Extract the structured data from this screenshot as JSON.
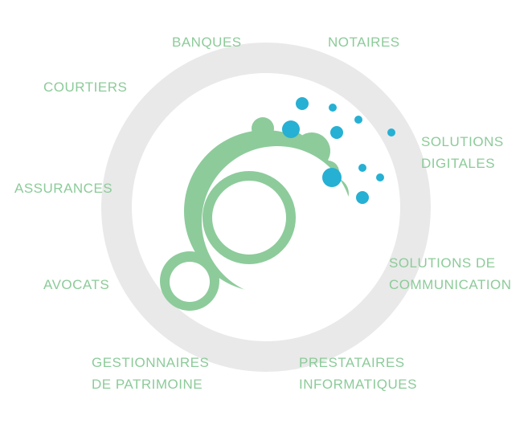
{
  "colors": {
    "label": "#8ccb99",
    "ring": "#e9e9e9",
    "logo_green": "#8dcb9b",
    "logo_blue": "#26b0d3"
  },
  "logo": {
    "icon": "network-hub-logo-icon"
  },
  "labels": {
    "banques": "BANQUES",
    "notaires": "NOTAIRES",
    "courtiers": "COURTIERS",
    "solutions_digitales": [
      "SOLUTIONS",
      "DIGITALES"
    ],
    "assurances": "ASSURANCES",
    "solutions_communication": [
      "SOLUTIONS DE",
      "COMMUNICATION"
    ],
    "avocats": "AVOCATS",
    "gestionnaires": [
      "GESTIONNAIRES",
      "DE PATRIMOINE"
    ],
    "prestataires": [
      "PRESTATAIRES",
      "INFORMATIQUES"
    ]
  }
}
